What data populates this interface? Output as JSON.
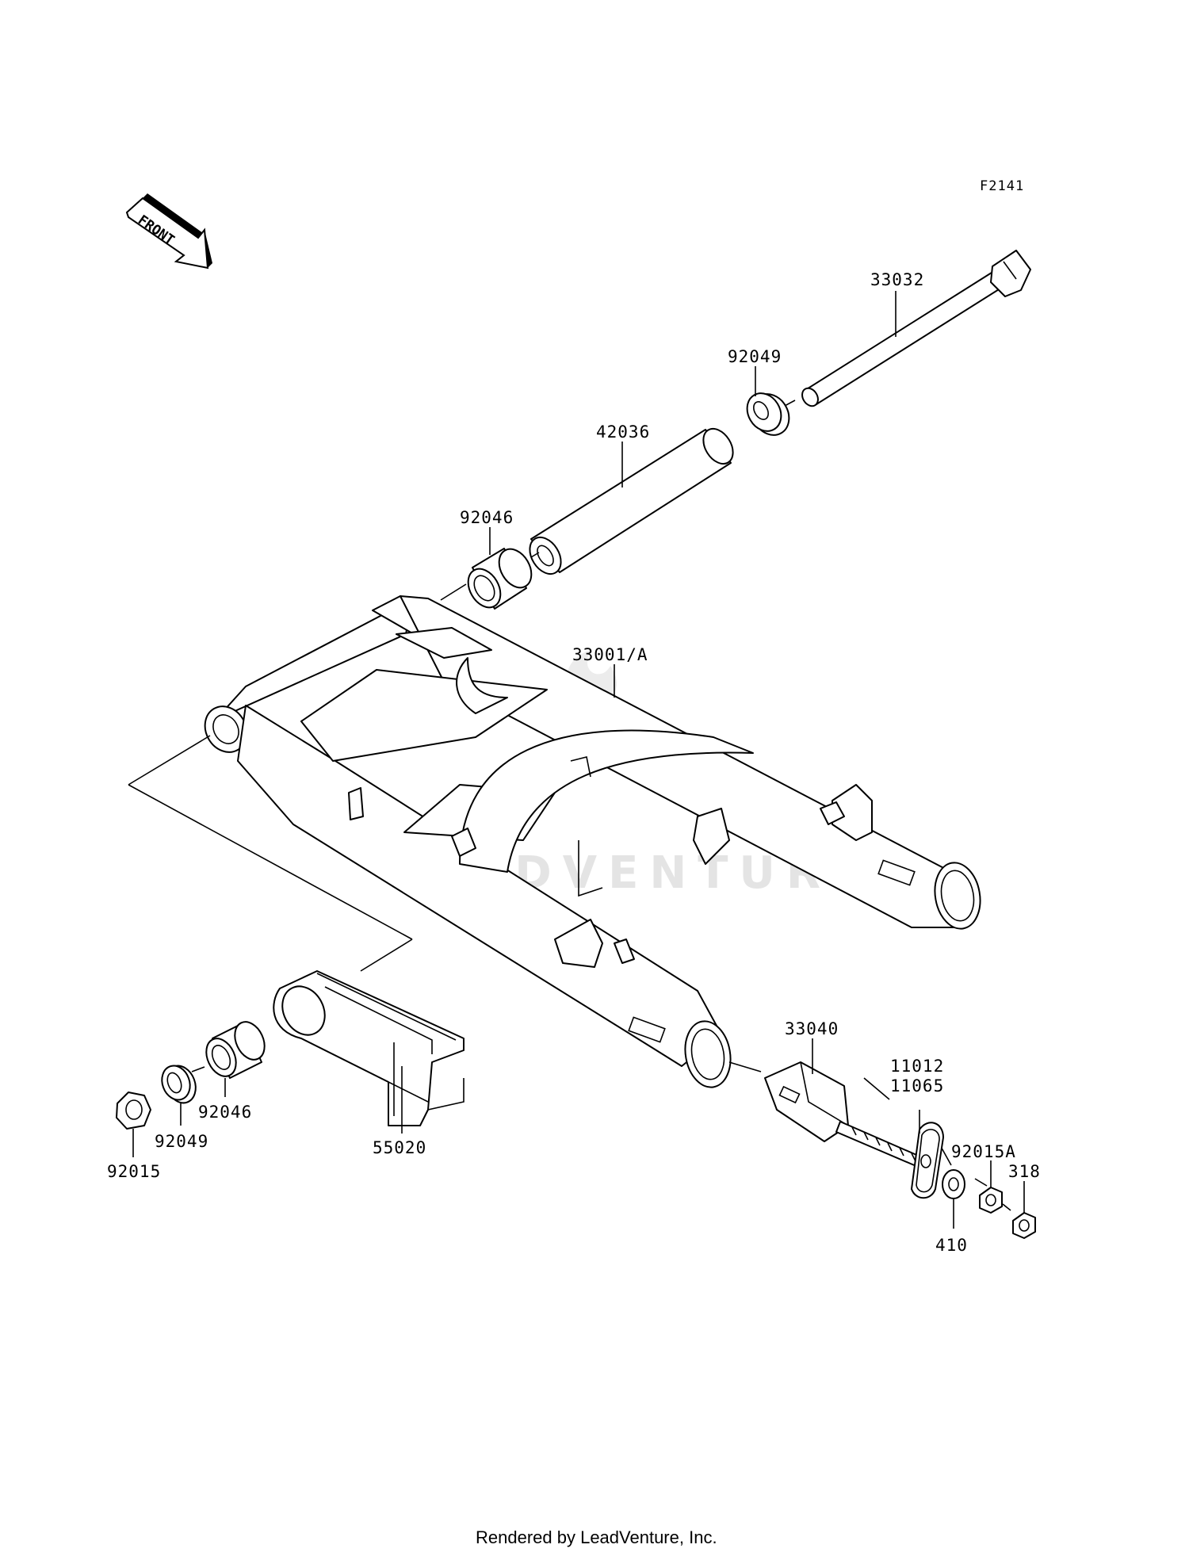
{
  "figure_code": "F2141",
  "front_arrow_label": "FRONT",
  "watermark": "LEADVENTURE",
  "footer": "Rendered by LeadVenture, Inc.",
  "callouts": {
    "c33032": "33032",
    "c92049_top": "92049",
    "c42036": "42036",
    "c92046_top": "92046",
    "c33001": "33001/A",
    "c33040": "33040",
    "c11012": "11012",
    "c11065": "11065",
    "c92015A": "92015A",
    "c318": "318",
    "c410": "410",
    "c92046_low": "92046",
    "c92049_low": "92049",
    "c92015": "92015",
    "c55020": "55020"
  }
}
